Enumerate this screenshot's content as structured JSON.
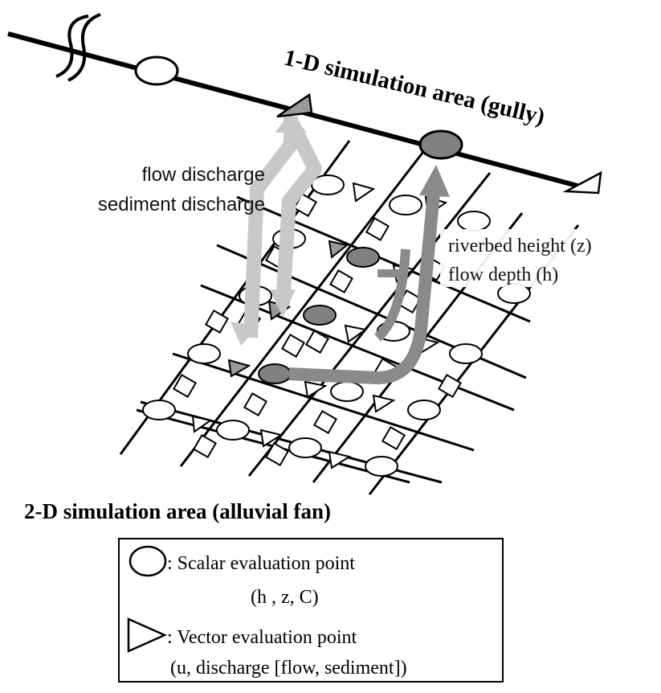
{
  "titles": {
    "one_d": "1-D simulation area (gully)",
    "two_d": "2-D simulation area (alluvial fan)"
  },
  "labels": {
    "flow_discharge": "flow discharge",
    "sediment_discharge": "sediment discharge",
    "riverbed_height": "riverbed height (z)",
    "flow_depth": "flow depth (h)"
  },
  "legend": {
    "scalar_label": ": Scalar evaluation point",
    "scalar_vars": "(h , z,  C)",
    "vector_label": ": Vector evaluation point",
    "vector_vars": "(u, discharge [flow, sediment])"
  },
  "colors": {
    "ink": "#000000",
    "scalar_fill": "#ffffff",
    "coupled_fill": "#808080",
    "arrow_light": "#c8c8c8",
    "arrow_dark": "#8a8a8a",
    "triangle_gray": "#9a9a9a"
  },
  "icons": {
    "break_mark": "break-symbol-icon",
    "scalar_point": "circle-icon",
    "vector_point": "triangle-icon"
  }
}
